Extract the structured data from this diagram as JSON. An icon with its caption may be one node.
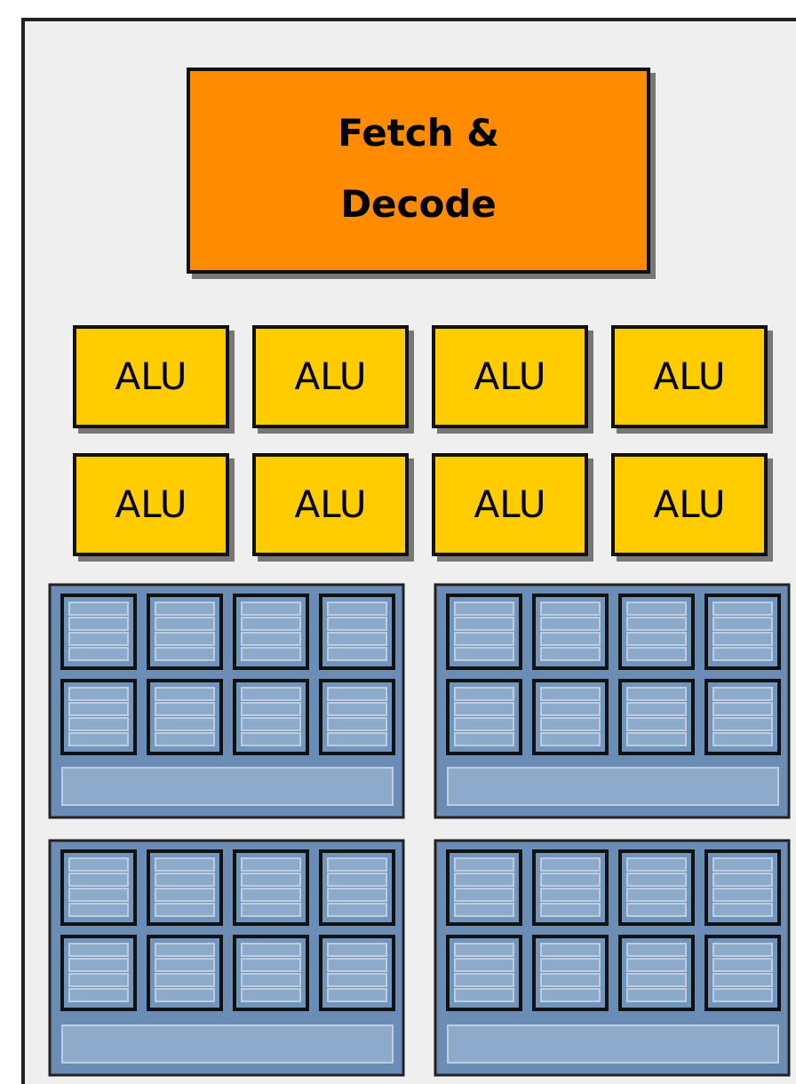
{
  "diagram": {
    "nodes": [
      {
        "text": [
          "Fetch & Decode"
        ]
      },
      {
        "text": [
          "ALU"
        ]
      },
      {
        "text": [
          "ALU"
        ]
      },
      {
        "text": [
          "ALU"
        ]
      },
      {
        "text": [
          "ALU"
        ]
      },
      {
        "text": [
          "ALU"
        ]
      },
      {
        "text": [
          "ALU"
        ]
      },
      {
        "text": [
          "ALU"
        ]
      },
      {
        "text": [
          "ALU"
        ]
      }
    ]
  }
}
